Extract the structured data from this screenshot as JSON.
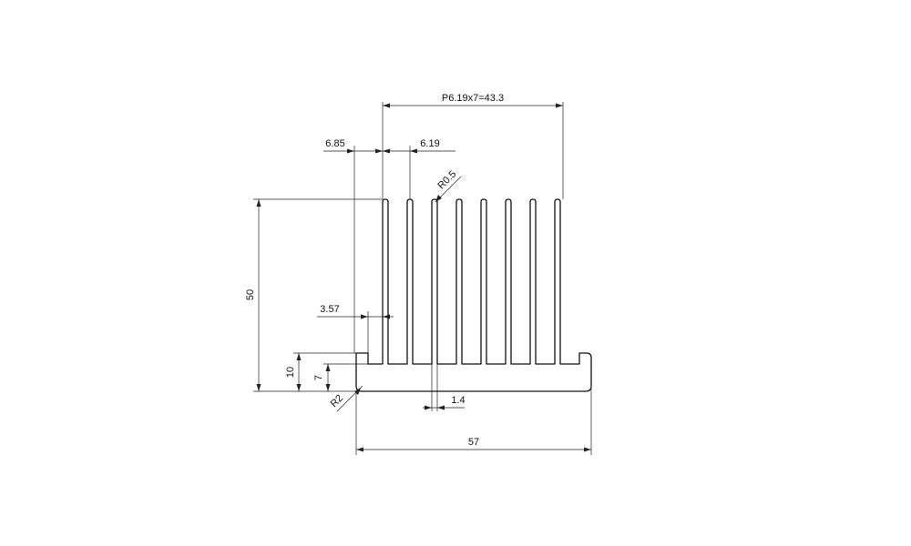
{
  "drawing": {
    "labels": {
      "pitch": "P6.19x7=43.3",
      "left_offset": "6.85",
      "pitch_single": "6.19",
      "fin_radius": "R0.5",
      "total_height": "50",
      "fin_gap": "3.57",
      "base_height": "10",
      "base_inner": "7",
      "corner_radius": "R2",
      "fin_thickness": "1.4",
      "total_width": "57"
    }
  }
}
